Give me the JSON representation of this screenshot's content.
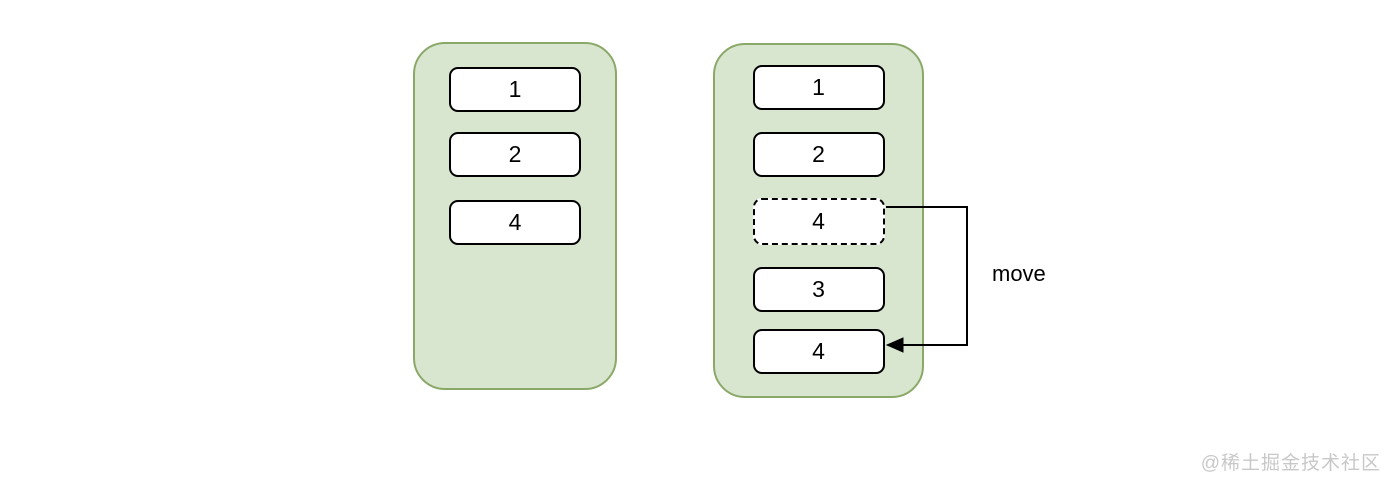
{
  "diagram": {
    "before_list": {
      "items": [
        {
          "label": "1",
          "style": "solid"
        },
        {
          "label": "2",
          "style": "solid"
        },
        {
          "label": "4",
          "style": "solid"
        }
      ]
    },
    "after_list": {
      "items": [
        {
          "label": "1",
          "style": "solid"
        },
        {
          "label": "2",
          "style": "solid"
        },
        {
          "label": "4",
          "style": "dashed"
        },
        {
          "label": "3",
          "style": "solid"
        },
        {
          "label": "4",
          "style": "solid"
        }
      ]
    },
    "annotation": {
      "label": "move"
    }
  },
  "watermark": {
    "text": "@稀土掘金技术社区"
  },
  "colors": {
    "container_fill": "#d9e6cf",
    "container_stroke": "#8aa968",
    "box_fill": "#ffffff",
    "box_stroke": "#000000",
    "arrow": "#000000",
    "watermark": "#c8c8c8",
    "background": "#ffffff"
  }
}
